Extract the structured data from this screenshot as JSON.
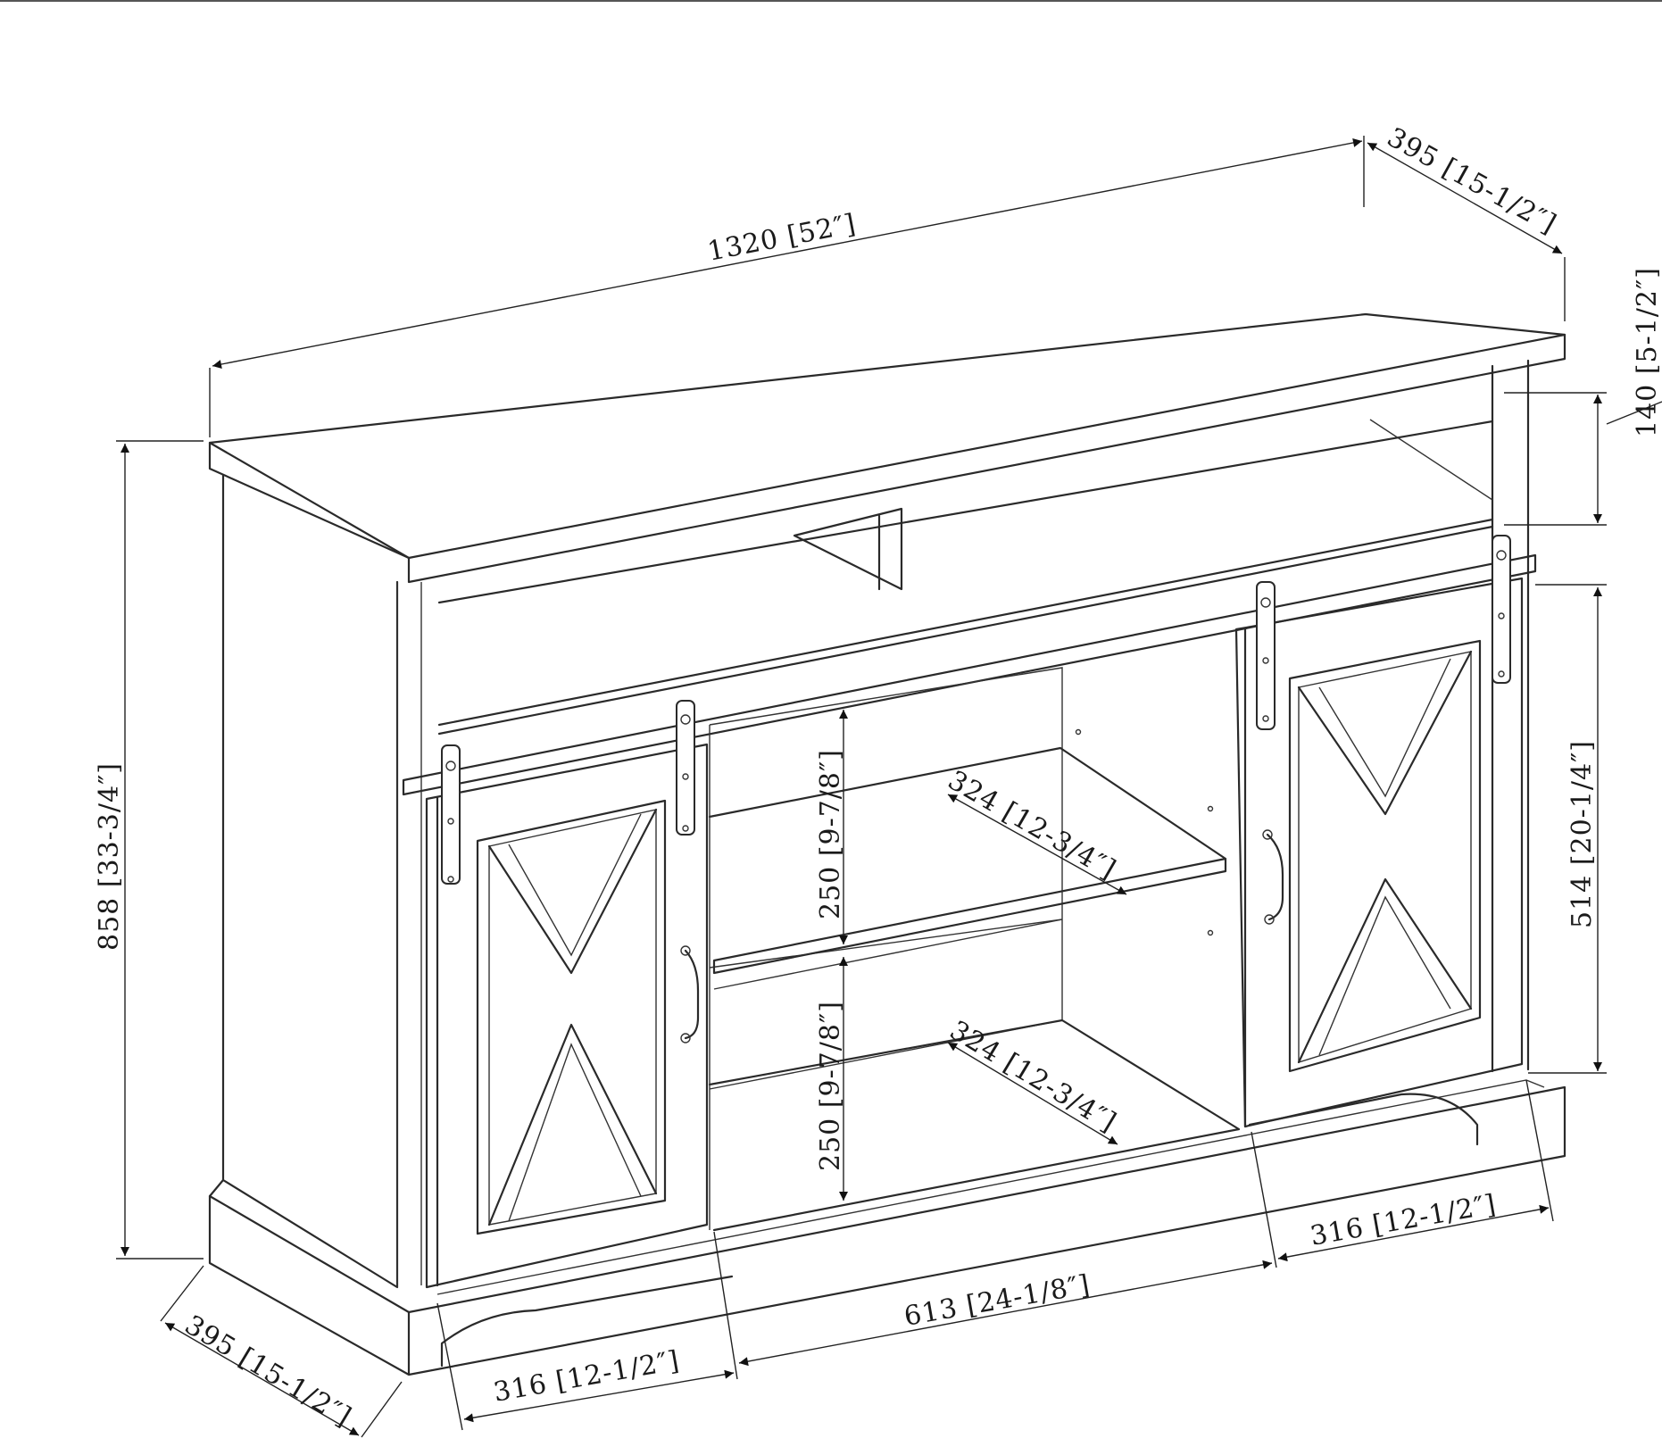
{
  "dimensions": {
    "overall_width": "1320 [52″]",
    "depth_top": "395 [15-1/2″]",
    "depth_bottom": "395 [15-1/2″]",
    "overall_height": "858 [33-3/4″]",
    "open_shelf_height": "140 [5-1/2″]",
    "door_height": "514 [20-1/4″]",
    "upper_compartment_height": "250 [9-7/8″]",
    "lower_compartment_height": "250 [9-7/8″]",
    "upper_shelf_depth": "324 [12-3/4″]",
    "lower_shelf_depth": "324 [12-3/4″]",
    "left_door_width": "316 [12-1/2″]",
    "center_opening_width": "613 [24-1/8″]",
    "right_door_width": "316 [12-1/2″]"
  },
  "colors": {
    "line": "#2a2a2a",
    "background": "#ffffff"
  }
}
